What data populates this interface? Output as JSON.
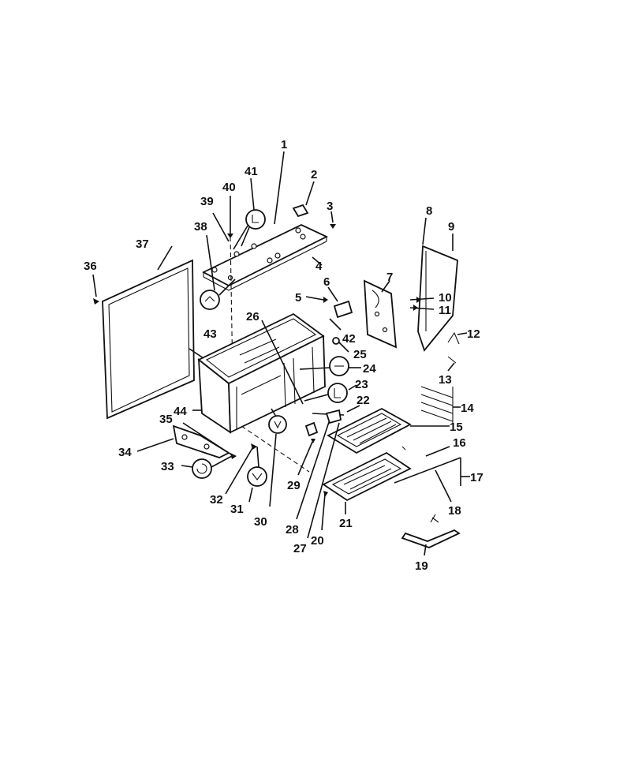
{
  "labels": {
    "p1": "1",
    "p2": "2",
    "p3": "3",
    "p4": "4",
    "p5": "5",
    "p6": "6",
    "p7": "7",
    "p8": "8",
    "p9": "9",
    "p10": "10",
    "p11": "11",
    "p12": "12",
    "p13": "13",
    "p14": "14",
    "p15": "15",
    "p16": "16",
    "p17": "17",
    "p18": "18",
    "p19": "19",
    "p20": "20",
    "p21": "21",
    "p22": "22",
    "p23": "23",
    "p24": "24",
    "p25": "25",
    "p26": "26",
    "p27": "27",
    "p28": "28",
    "p29": "29",
    "p30": "30",
    "p31": "31",
    "p32": "32",
    "p33": "33",
    "p34": "34",
    "p35": "35",
    "p36": "36",
    "p37": "37",
    "p38": "38",
    "p39": "39",
    "p40": "40",
    "p41": "41",
    "p42": "42",
    "p43": "43",
    "p44": "44"
  }
}
